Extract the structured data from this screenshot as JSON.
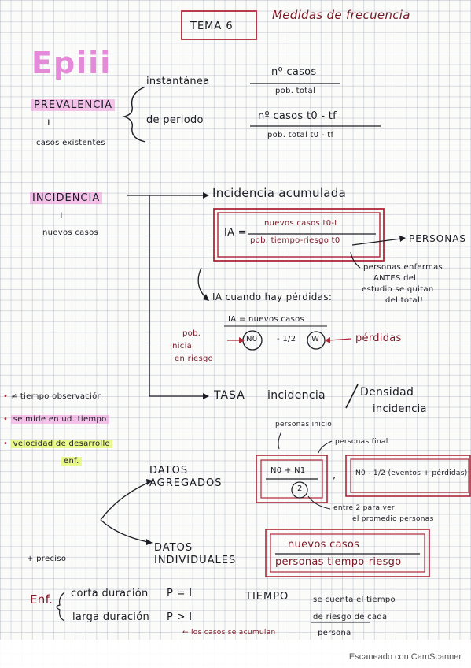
{
  "header": {
    "tema": "TEMA 6",
    "subject": "Medidas de frecuencia"
  },
  "logo": {
    "text": "Epiii"
  },
  "prevalencia": {
    "title": "PREVALENCIA",
    "subtitle": "casos existentes",
    "instantanea": {
      "label": "instantánea",
      "numerator": "nº casos",
      "denominator": "pob. total"
    },
    "periodo": {
      "label": "de periodo",
      "numerator": "nº casos t0 - tf",
      "denominator": "pob. total t0 - tf"
    }
  },
  "incidencia": {
    "title": "INCIDENCIA",
    "subtitle": "nuevos casos",
    "acumulada": {
      "title": "Incidencia acumulada",
      "ia_label": "IA =",
      "numerator": "nuevos casos t0-t",
      "denominator": "pob. tiempo-riesgo t0",
      "personas": "PERSONAS",
      "note_line1": "personas enfermas",
      "note_line2": "ANTES del",
      "note_line3": "estudio se quitan",
      "note_line4": "del total!",
      "perdidas_label": "IA cuando hay pérdidas:",
      "formula_top": "IA = nuevos casos",
      "formula_n0": "N0",
      "formula_minus": "- 1/2",
      "formula_w": "W",
      "pob_inicial_1": "pob.",
      "pob_inicial_2": "inicial",
      "pob_inicial_3": "en riesgo",
      "perdidas": "pérdidas"
    },
    "tasa": {
      "title_a": "TASA",
      "title_b": "incidencia",
      "title_c": "Densidad",
      "title_d": "incidencia",
      "personas_inicio": "personas inicio",
      "personas_final": "personas final",
      "frac1_top": "N0 + N1",
      "frac1_bot": "2",
      "frac2": "N0 - 1/2 (eventos + pérdidas)",
      "promedio_1": "entre 2 para ver",
      "promedio_2": "el promedio personas",
      "datos_agregados_1": "DATOS",
      "datos_agregados_2": "AGREGADOS",
      "datos_individuales_1": "DATOS",
      "datos_individuales_2": "INDIVIDUALES",
      "indiv_num": "nuevos casos",
      "indiv_den": "personas tiempo-riesgo",
      "mas_preciso": "+ preciso"
    },
    "bullets": [
      {
        "text": "≠ tiempo observación",
        "highlight": "none"
      },
      {
        "text": "se mide en ud. tiempo",
        "highlight": "pink"
      },
      {
        "text": "velocidad de desarrollo",
        "highlight": "yellow"
      },
      {
        "text": "enf.",
        "highlight": "yellow"
      }
    ]
  },
  "enf": {
    "label": "Enf.",
    "corta": "corta duración",
    "corta_rel": "P = I",
    "larga": "larga duración",
    "larga_rel": "P > I",
    "note": "← los casos se acumulan",
    "tiempo": "TIEMPO",
    "tiempo_note_1": "se cuenta el tiempo",
    "tiempo_note_2": "de riesgo de cada",
    "tiempo_note_3": "persona"
  },
  "footer": {
    "scanner": "Escaneado con CamScanner"
  }
}
